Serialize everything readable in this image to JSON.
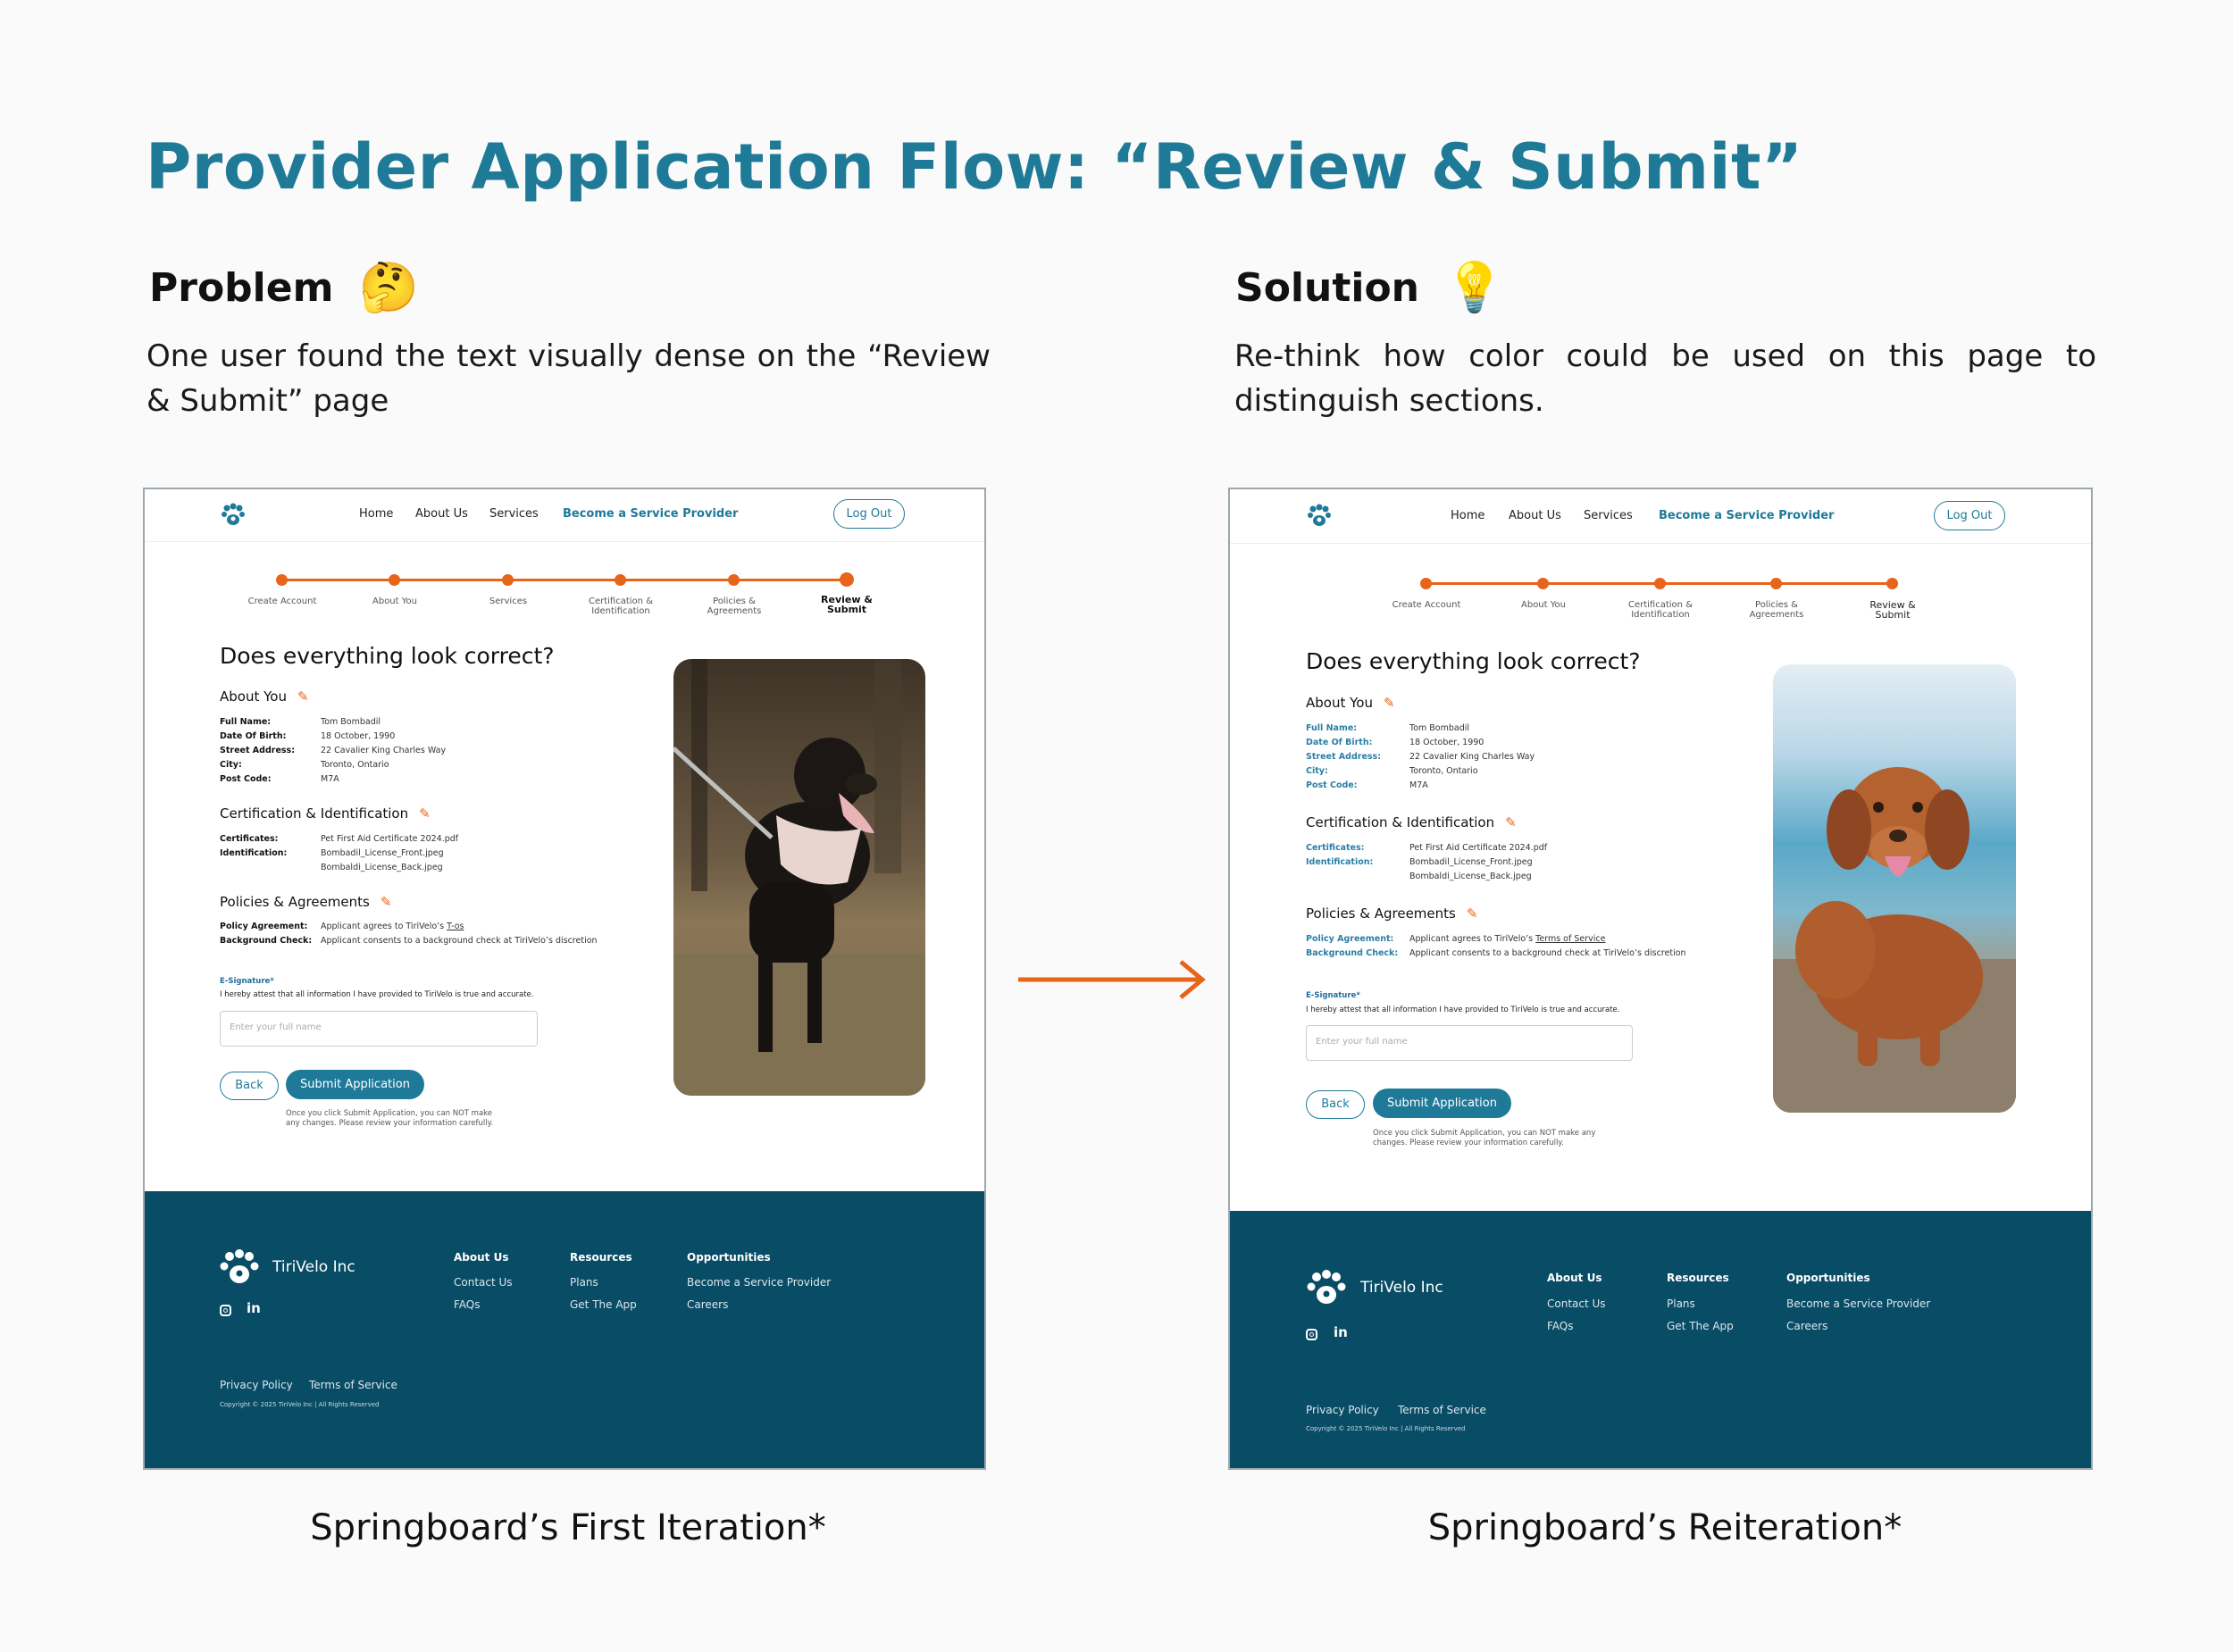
{
  "title": "Provider Application Flow: “Review & Submit”",
  "problem": {
    "heading": "Problem",
    "emoji": "🤔",
    "text": "One user found the text visually dense on the “Review & Submit” page"
  },
  "solution": {
    "heading": "Solution",
    "emoji": "💡",
    "text": "Re-think how color could be used on this page to distinguish sections."
  },
  "captions": {
    "left": "Springboard’s First Iteration*",
    "right": "Springboard’s Reiteration*"
  },
  "arrow_color": "#e8641b",
  "colors": {
    "title": "#1e7a96",
    "accent": "#1f7a99",
    "progress": "#e8641b",
    "footer": "#094c66",
    "label_blue": "#2b7fa6"
  },
  "site": {
    "nav": [
      "Home",
      "About Us",
      "Services",
      "Become a Service Provider"
    ],
    "logout": "Log Out",
    "steps_v1": [
      "Create Account",
      "About You",
      "Services",
      "Certification & Identification",
      "Policies & Agreements",
      "Review & Submit"
    ],
    "steps_v2": [
      "Create Account",
      "About You",
      "Certification & Identification",
      "Policies & Agreements",
      "Review & Submit"
    ],
    "question": "Does everything look correct?",
    "about_heading": "About You",
    "about_fields": [
      {
        "label": "Full Name:",
        "value": "Tom Bombadil"
      },
      {
        "label": "Date Of Birth:",
        "value": "18 October, 1990"
      },
      {
        "label": "Street Address:",
        "value": "22 Cavalier King Charles Way"
      },
      {
        "label": "City:",
        "value": "Toronto, Ontario"
      },
      {
        "label": "Post Code:",
        "value": "M7A"
      }
    ],
    "cert_heading": "Certification & Identification",
    "cert_labels": [
      "Certificates:",
      "Identification:"
    ],
    "cert_values": [
      "Pet First Aid Certificate 2024.pdf",
      "Bombadil_License_Front.jpeg",
      "Bombaldi_License_Back.jpeg"
    ],
    "policies_heading": "Policies & Agreements",
    "policy_label": "Policy Agreement:",
    "policy_prefix": "Applicant agrees to TiriVelo’s",
    "policy_link_v1": "T-os",
    "policy_link_v2": "Terms of Service",
    "background_label": "Background Check:",
    "background_value": "Applicant consents to a background check at TiriVelo’s discretion",
    "esig_label": "E-Signature*",
    "attest": "I hereby attest that all information I have provided to TiriVelo is true and accurate.",
    "sig_placeholder": "Enter your full name",
    "back": "Back",
    "submit": "Submit Application",
    "note": "Once you click Submit Application, you can NOT make any changes. Please review your information carefully.",
    "footer": {
      "brand": "TiriVelo Inc",
      "social": "in",
      "social_icons": [
        "instagram-icon",
        "linkedin-icon"
      ],
      "columns": [
        {
          "heading": "About Us",
          "items": [
            "Contact Us",
            "FAQs"
          ]
        },
        {
          "heading": "Resources",
          "items": [
            "Plans",
            "Get The App"
          ]
        },
        {
          "heading": "Opportunities",
          "items": [
            "Become a Service Provider",
            "Careers"
          ]
        }
      ],
      "privacy": "Privacy Policy",
      "terms": "Terms of Service",
      "copyright": "Copyright © 2025 TiriVelo Inc | All Rights Reserved"
    }
  }
}
